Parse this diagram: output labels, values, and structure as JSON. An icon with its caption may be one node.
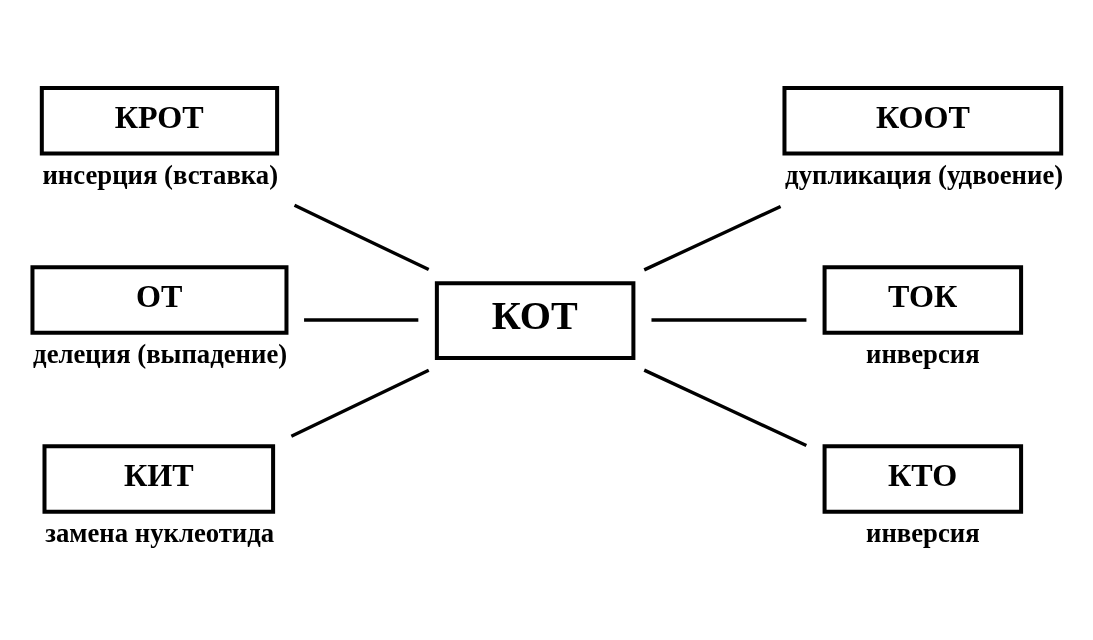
{
  "diagram": {
    "nodes": [
      {
        "text": [
          "КРОТ"
        ],
        "beside": [
          "инсерция (вставка)"
        ]
      },
      {
        "text": [
          "КООТ"
        ],
        "beside": [
          "дупликация (удвоение)"
        ]
      },
      {
        "text": [
          "ОТ"
        ],
        "beside": [
          "делеция (выпадение)"
        ]
      },
      {
        "text": [
          "КОТ"
        ]
      },
      {
        "text": [
          "ТОК"
        ],
        "beside": [
          "инверсия"
        ]
      },
      {
        "text": [
          "КИТ"
        ],
        "beside": [
          "замена нуклеотида"
        ]
      },
      {
        "text": [
          "КТО"
        ],
        "beside": [
          "инверсия"
        ]
      }
    ],
    "edges": [
      {
        "from": 0,
        "to": 3,
        "arrow": "none"
      },
      {
        "from": 3,
        "to": 1,
        "arrow": "none"
      },
      {
        "from": 2,
        "to": 3,
        "arrow": "none"
      },
      {
        "from": 3,
        "to": 4,
        "arrow": "none"
      },
      {
        "from": 5,
        "to": 3,
        "arrow": "none"
      },
      {
        "from": 3,
        "to": 6,
        "arrow": "none"
      }
    ]
  }
}
